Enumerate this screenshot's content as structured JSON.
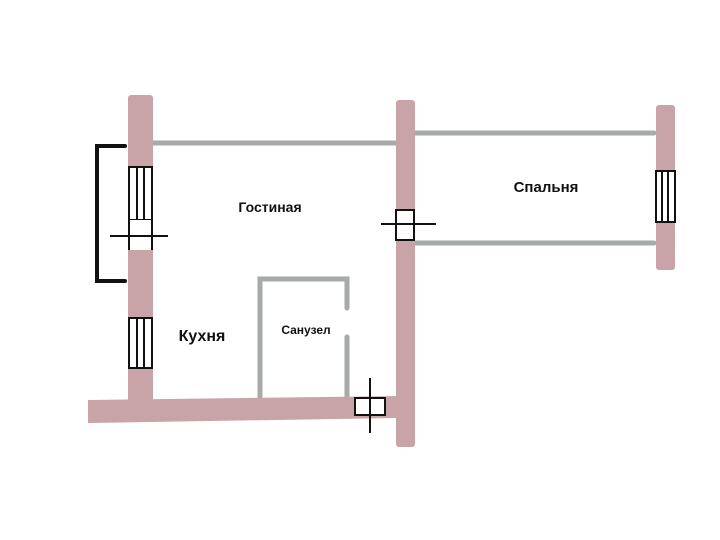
{
  "rooms": {
    "living_room": "Гостиная",
    "bedroom": "Спальня",
    "kitchen": "Кухня",
    "bathroom": "Санузел"
  },
  "colors": {
    "wall": "#c8a4a8",
    "partition": "#a6aaa8",
    "outline": "#111111"
  }
}
